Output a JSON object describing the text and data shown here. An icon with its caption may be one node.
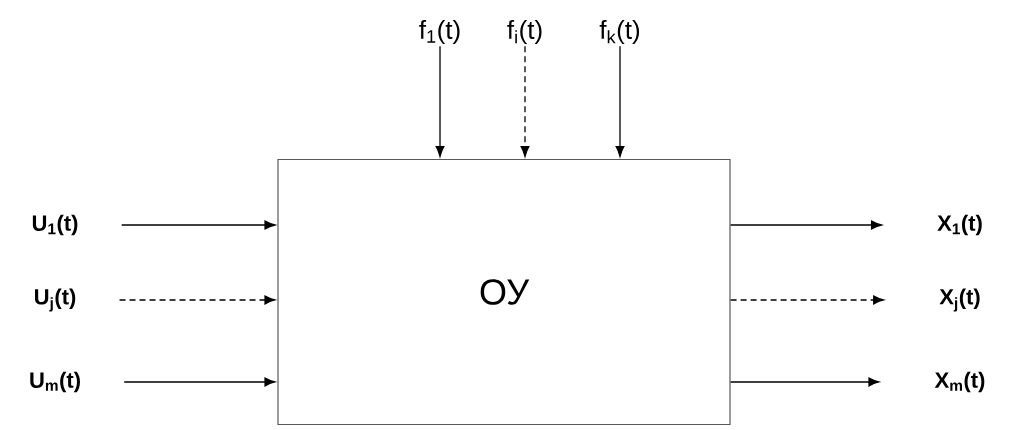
{
  "diagram": {
    "nodes": [
      {
        "text": [
          "ОУ"
        ]
      },
      {
        "text": [
          "f$_{1}$(t)"
        ]
      },
      {
        "text": [
          "f$_{i}$(t)"
        ]
      },
      {
        "text": [
          "f$_{k}$(t)"
        ]
      },
      {
        "text": [
          "U$_{1}$(t)"
        ]
      },
      {
        "text": [
          "U$_{j}$(t)"
        ]
      },
      {
        "text": [
          "U$_{m}$(t)"
        ]
      },
      {
        "text": [
          "X$_{1}$(t)"
        ]
      },
      {
        "text": [
          "X$_{j}$(t)"
        ]
      },
      {
        "text": [
          "X$_{m}$(t)"
        ]
      }
    ],
    "edges": [
      {
        "from": 1,
        "to": 0,
        "arrow": "to"
      },
      {
        "from": 2,
        "to": 0,
        "arrow": "to",
        "style": "dashed"
      },
      {
        "from": 3,
        "to": 0,
        "arrow": "to"
      },
      {
        "from": 4,
        "to": 0,
        "arrow": "to"
      },
      {
        "from": 5,
        "to": 0,
        "arrow": "to",
        "style": "dashed"
      },
      {
        "from": 6,
        "to": 0,
        "arrow": "to"
      },
      {
        "from": 0,
        "to": 7,
        "arrow": "to"
      },
      {
        "from": 0,
        "to": 8,
        "arrow": "to",
        "style": "dashed"
      },
      {
        "from": 0,
        "to": 9,
        "arrow": "to"
      }
    ]
  }
}
